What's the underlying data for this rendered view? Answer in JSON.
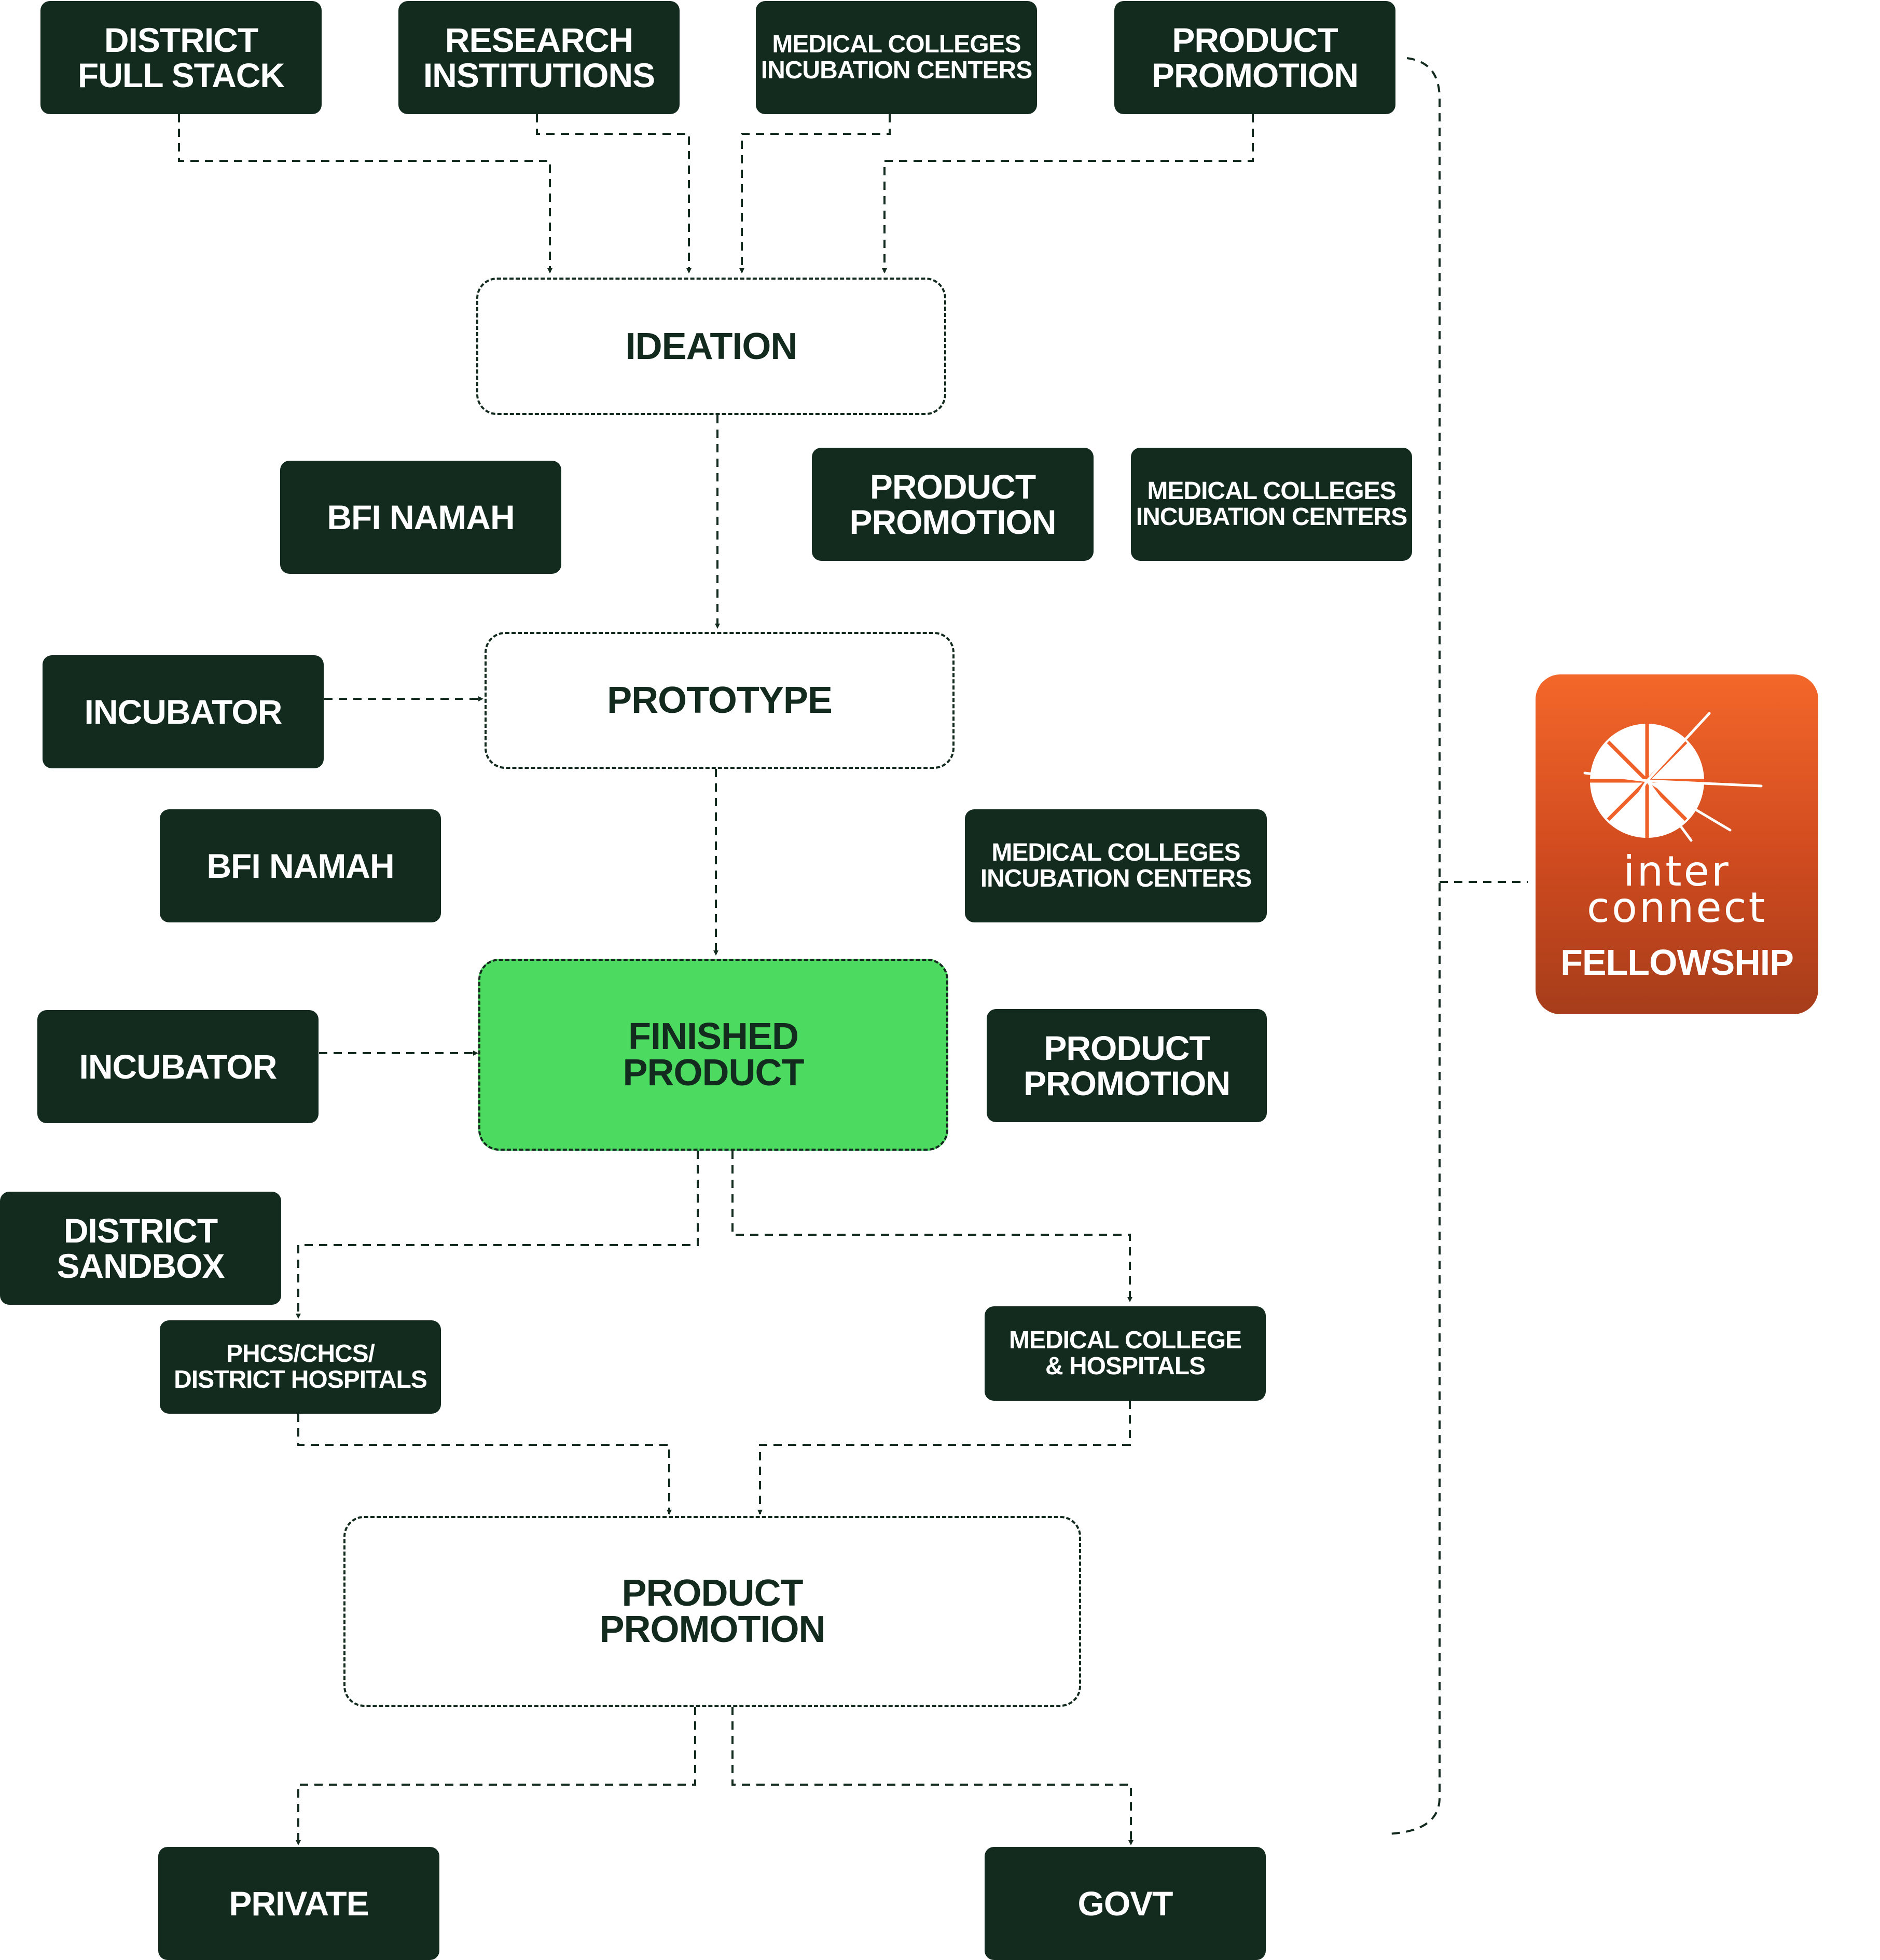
{
  "colors": {
    "dark_box": "#132a1e",
    "text_on_dark": "#ffffff",
    "finished_fill": "#4cdb60",
    "fellowship_top": "#f4672a",
    "fellowship_bottom": "#a63d1b",
    "connector": "#132a1e"
  },
  "sources": {
    "district_full_stack": "DISTRICT\nFULL STACK",
    "research_institutions": "RESEARCH\nINSTITUTIONS",
    "medical_colleges_top": "MEDICAL COLLEGES\nINCUBATION CENTERS",
    "product_promotion_top": "PRODUCT\nPROMOTION"
  },
  "stages": {
    "ideation": "IDEATION",
    "prototype": "PROTOTYPE",
    "finished_product": "FINISHED\nPRODUCT",
    "product_promotion": "PRODUCT\nPROMOTION"
  },
  "support": {
    "bfi_namah_1": "BFI NAMAH",
    "product_promotion_2": "PRODUCT\nPROMOTION",
    "medical_colleges_2": "MEDICAL COLLEGES\nINCUBATION CENTERS",
    "incubator_1": "INCUBATOR",
    "bfi_namah_2": "BFI NAMAH",
    "medical_colleges_3": "MEDICAL COLLEGES\nINCUBATION CENTERS",
    "incubator_2": "INCUBATOR",
    "product_promotion_3": "PRODUCT\nPROMOTION",
    "district_sandbox": "DISTRICT\nSANDBOX",
    "phcs_chcs": "PHCS/CHCS/\nDISTRICT HOSPITALS",
    "medical_college_hospitals": "MEDICAL COLLEGE\n& HOSPITALS"
  },
  "outcomes": {
    "private": "PRIVATE",
    "govt": "GOVT"
  },
  "fellowship": {
    "logo_icon": "interconnect-logo-icon",
    "brand": "inter\nconnect",
    "title": "FELLOWSHIP"
  }
}
